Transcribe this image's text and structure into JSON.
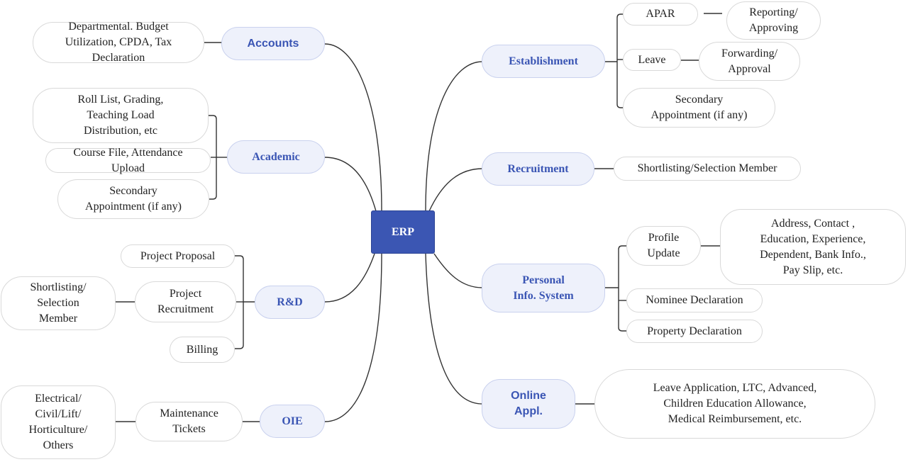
{
  "root": "ERP",
  "categories": {
    "accounts": "Accounts",
    "academic": "Academic",
    "rnd": "R&D",
    "oie": "OIE",
    "establishment": "Establishment",
    "recruitment": "Recruitment",
    "pis": "Personal\nInfo. System",
    "online": "Online\nAppl."
  },
  "leaves": {
    "accounts_1": "Departmental. Budget\nUtilization,  CPDA, Tax\nDeclaration",
    "academic_1": "Roll List, Grading,\nTeaching Load\nDistribution,  etc",
    "academic_2": "Course File, Attendance\nUpload",
    "academic_3": "Secondary\nAppointment  (if any)",
    "rnd_1": "Project Proposal",
    "rnd_2": "Project\nRecruitment",
    "rnd_2_child": "Shortlisting/\nSelection\nMember",
    "rnd_3": "Billing",
    "oie_1": "Maintenance\nTickets",
    "oie_1_child": "Electrical/\nCivil/Lift/\nHorticulture/\nOthers",
    "est_1": "APAR",
    "est_1_child": "Reporting/\nApproving",
    "est_2": "Leave",
    "est_2_child": "Forwarding/\nApproval",
    "est_3": "Secondary\nAppointment  (if any)",
    "rec_1": "Shortlisting/Selection  Member",
    "pis_1": "Profile\nUpdate",
    "pis_1_child": "Address, Contact ,\nEducation, Experience,\nDependent, Bank Info.,\nPay  Slip, etc.",
    "pis_2": "Nominee Declaration",
    "pis_3": "Property Declaration",
    "online_1": "Leave Application, LTC, Advanced,\nChildren Education Allowance,\nMedical Reimbursement,  etc."
  },
  "colors": {
    "root_fill": "#3b56b3",
    "category_fill": "#eef1fb",
    "category_text": "#3a55b4",
    "line": "#333333"
  }
}
